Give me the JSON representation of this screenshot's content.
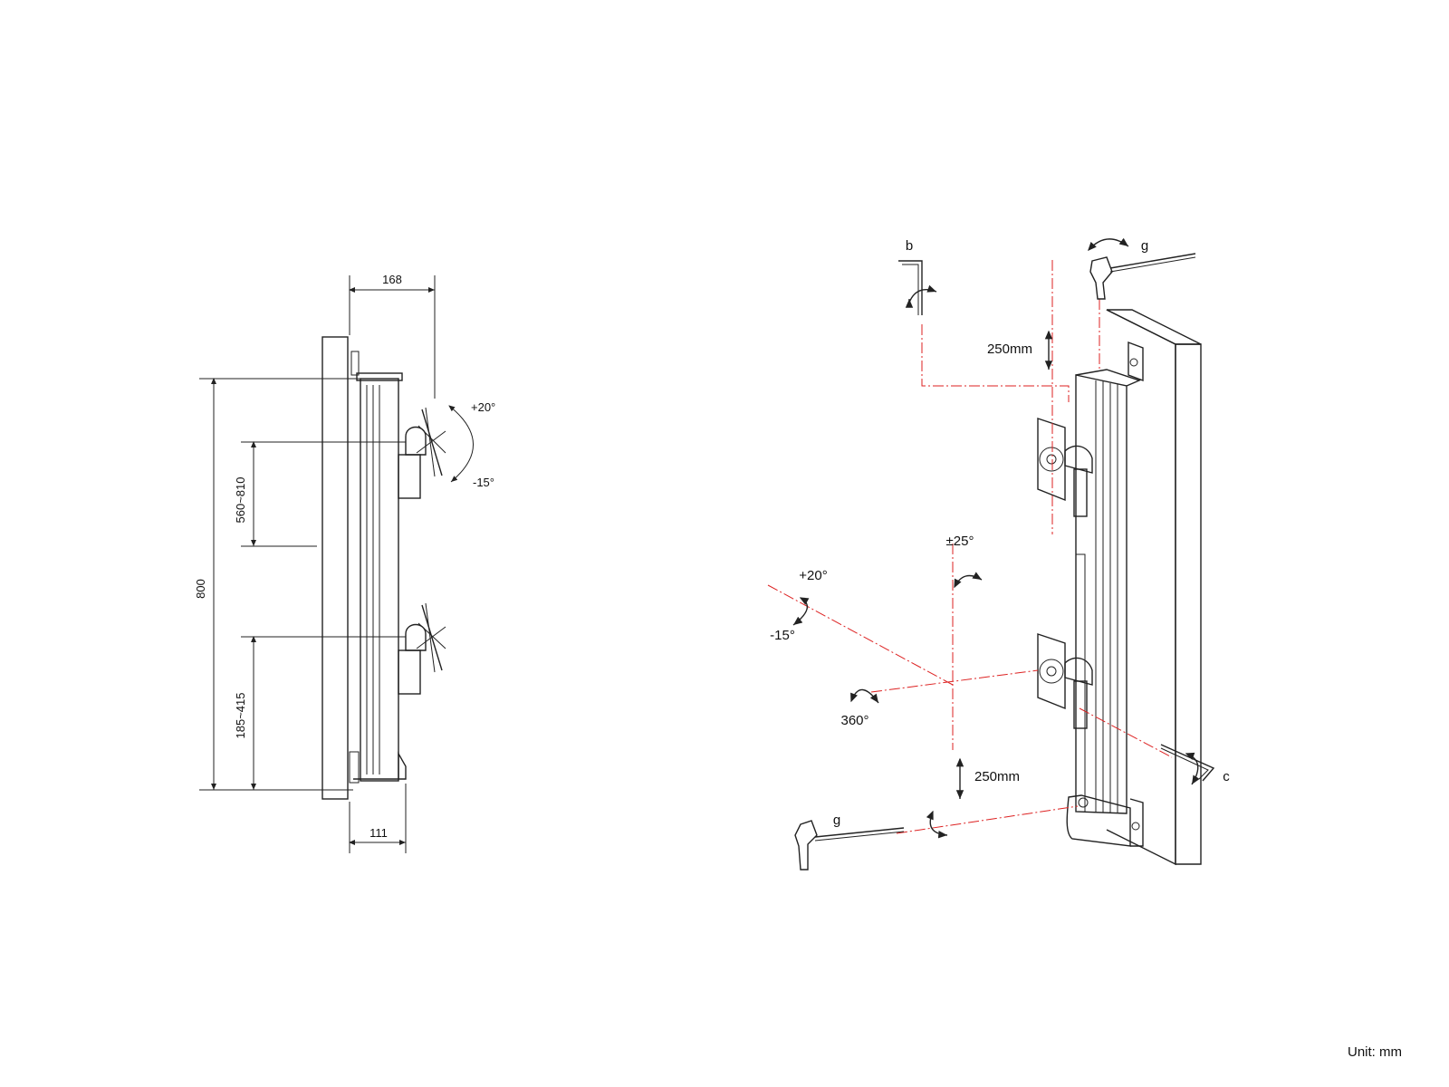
{
  "side_view": {
    "width_top": "168",
    "width_bottom": "111",
    "total_height": "800",
    "upper_range": "560~810",
    "lower_range": "185~415",
    "tilt_up": "+20°",
    "tilt_down": "-15°"
  },
  "iso_view": {
    "tool_b": "b",
    "tool_g_top": "g",
    "tool_g_bottom": "g",
    "tool_c": "c",
    "slide_top": "250mm",
    "slide_bottom": "250mm",
    "swivel": "±25°",
    "tilt_up": "+20°",
    "tilt_down": "-15°",
    "rotate": "360°"
  },
  "footer": {
    "unit": "Unit: mm"
  }
}
